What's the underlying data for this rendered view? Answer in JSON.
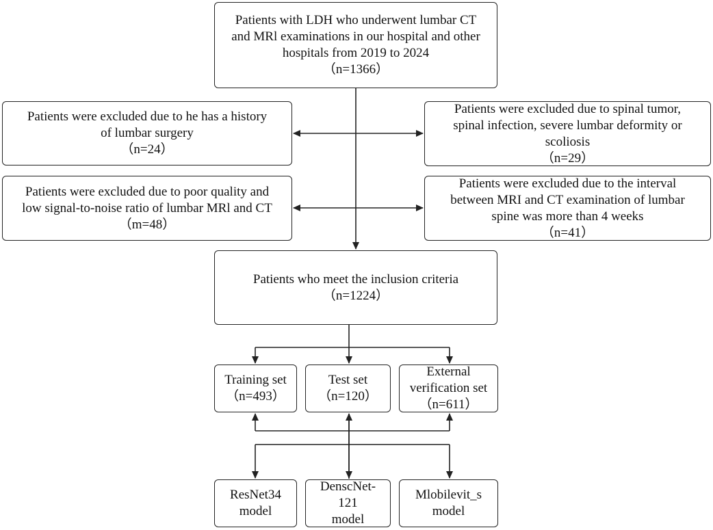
{
  "nodes": {
    "total": {
      "lines": [
        "Patients with LDH who underwent lumbar CT",
        "and MRl examinations in our hospital and other",
        "hospitals from 2019 to 2024"
      ],
      "count": "（n=1366）"
    },
    "exclusion_1": {
      "lines": [
        "Patients were excluded due to he has a history",
        "of lumbar surgery"
      ],
      "count": "（n=24）"
    },
    "exclusion_2": {
      "lines": [
        "Patients were excluded due to spinal tumor,",
        "spinal infection, severe lumbar deformity or",
        "scoliosis"
      ],
      "count": "（n=29）"
    },
    "exclusion_3": {
      "lines": [
        "Patients were excluded due to poor quality and",
        "low signal-to-noise ratio of lumbar MRl and CT"
      ],
      "count": "（m=48）"
    },
    "exclusion_4": {
      "lines": [
        "Patients were excluded due to the interval",
        "between MRI and CT examination of lumbar",
        "spine was more than 4 weeks"
      ],
      "count": "（n=41）"
    },
    "included": {
      "lines": [
        "Patients who meet the inclusion criteria"
      ],
      "count": "（n=1224）"
    },
    "training": {
      "lines": [
        "Training set"
      ],
      "count": "（n=493）"
    },
    "test": {
      "lines": [
        "Test set"
      ],
      "count": "（n=120）"
    },
    "external": {
      "lines": [
        "External",
        "verification set"
      ],
      "count": "（n=611）"
    },
    "resnet": {
      "lines": [
        "ResNet34",
        "model"
      ]
    },
    "densenet": {
      "lines": [
        "DenscNet-",
        "121",
        "model"
      ]
    },
    "mobilevit": {
      "lines": [
        "Mlobilevit_s",
        "model"
      ]
    }
  },
  "colors": {
    "line": "#222222",
    "box_border": "#222222",
    "background": "#ffffff"
  }
}
